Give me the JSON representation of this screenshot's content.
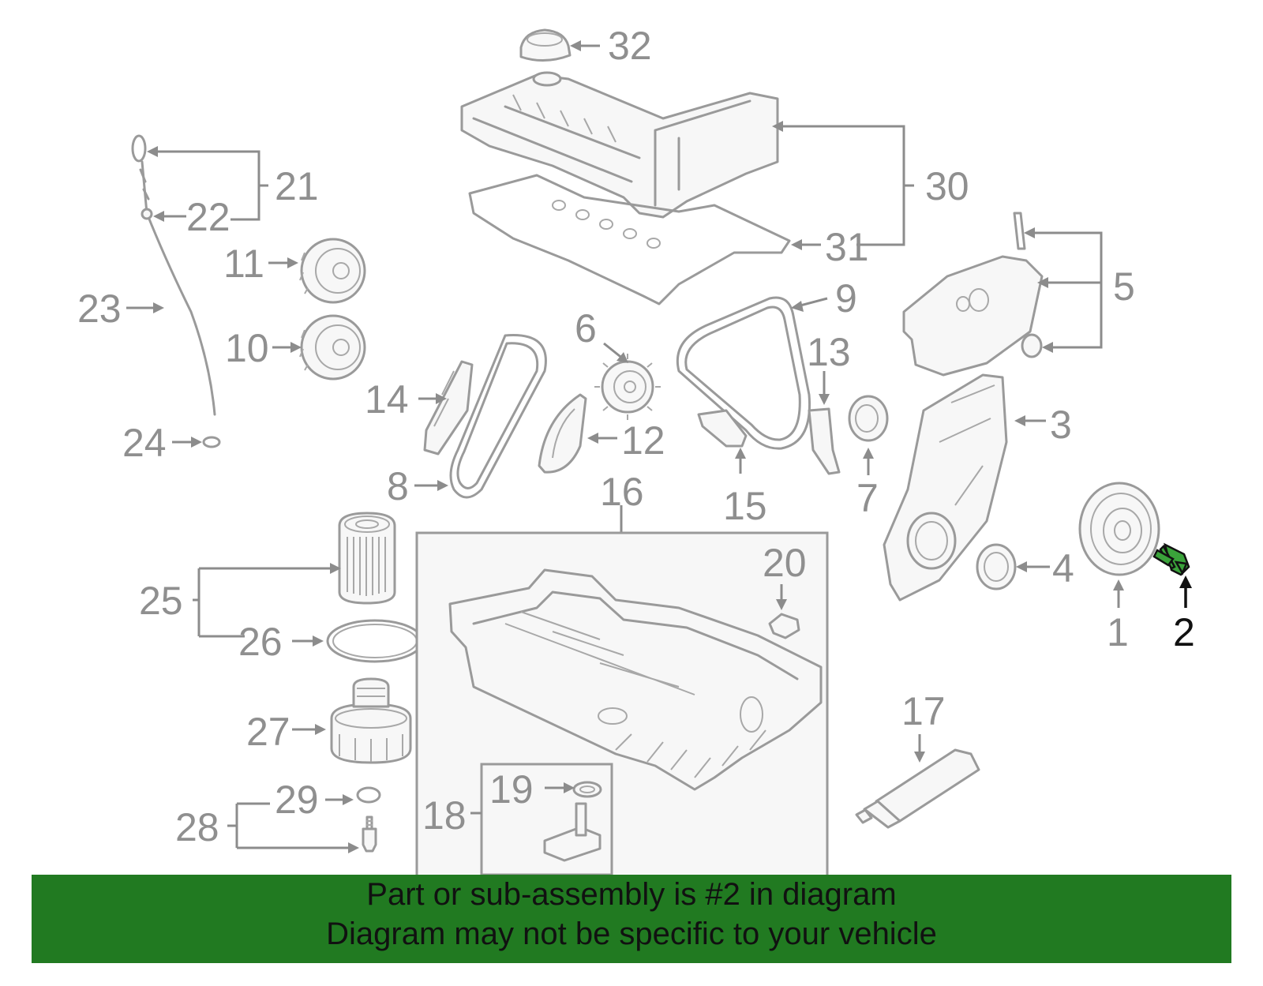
{
  "callouts": {
    "c1": "1",
    "c2": "2",
    "c3": "3",
    "c4": "4",
    "c5": "5",
    "c6": "6",
    "c7": "7",
    "c8": "8",
    "c9": "9",
    "c10": "10",
    "c11": "11",
    "c12": "12",
    "c13": "13",
    "c14": "14",
    "c15": "15",
    "c16": "16",
    "c17": "17",
    "c18": "18",
    "c19": "19",
    "c20": "20",
    "c21": "21",
    "c22": "22",
    "c23": "23",
    "c24": "24",
    "c25": "25",
    "c26": "26",
    "c27": "27",
    "c28": "28",
    "c29": "29",
    "c30": "30",
    "c31": "31",
    "c32": "32"
  },
  "highlighted_part": "2",
  "colors": {
    "banner": "#217a21",
    "highlight_part": "#3aa33a",
    "callout_text": "#8f8f8f",
    "highlight_text": "#111111"
  },
  "footer": {
    "line1": "Part or sub-assembly is #2 in diagram",
    "line2": "Diagram may not be specific to your vehicle"
  }
}
